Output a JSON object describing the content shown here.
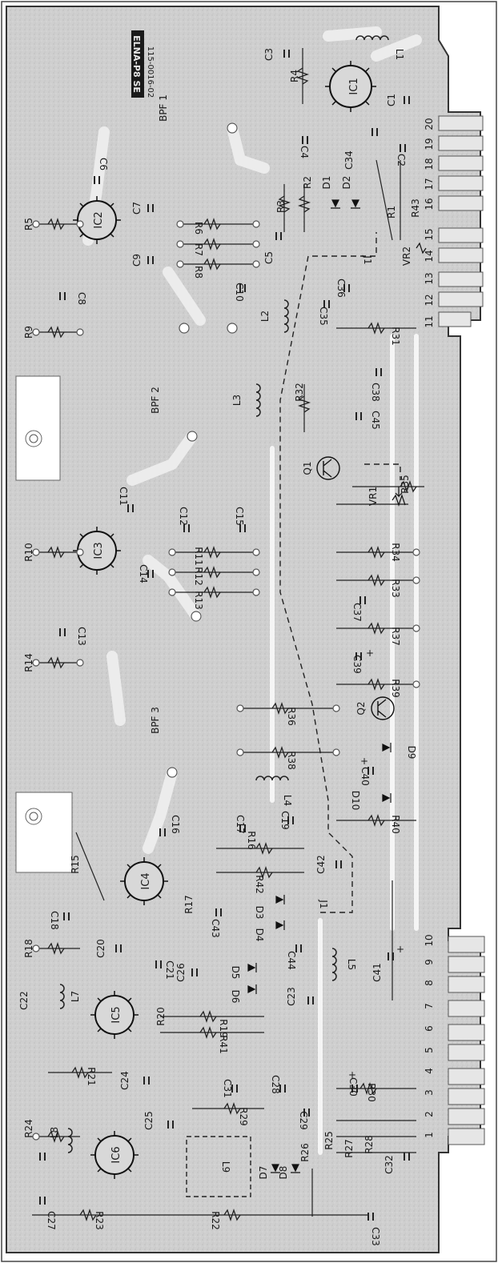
{
  "board": {
    "brand_label": "ELNA-P8 SE",
    "part_number": "115-0016-02"
  },
  "sections": {
    "bpf1": "BPF 1",
    "bpf2": "BPF 2",
    "bpf3": "BPF 3"
  },
  "ics": [
    "IC1",
    "IC2",
    "IC3",
    "IC4",
    "IC5",
    "IC6"
  ],
  "resistors": [
    "R1",
    "R2",
    "R3",
    "R4",
    "R5",
    "R6",
    "R7",
    "R8",
    "R9",
    "R10",
    "R11",
    "R12",
    "R13",
    "R14",
    "R15",
    "R16",
    "R17",
    "R18",
    "R19",
    "R20",
    "R21",
    "R22",
    "R23",
    "R24",
    "R25",
    "R26",
    "R27",
    "R28",
    "R29",
    "R30",
    "R31",
    "R32",
    "R33",
    "R34",
    "R35",
    "R36",
    "R37",
    "R38",
    "R39",
    "R40",
    "R41",
    "R42",
    "R43"
  ],
  "capacitors": [
    "C1",
    "C2",
    "C3",
    "C4",
    "C5",
    "C6",
    "C7",
    "C8",
    "C9",
    "C10",
    "C11",
    "C12",
    "C13",
    "C14",
    "C15",
    "C16",
    "C17",
    "C18",
    "C19",
    "C20",
    "C21",
    "C22",
    "C23",
    "C24",
    "C25",
    "C26",
    "C27",
    "C28",
    "C29",
    "C30",
    "C31",
    "C32",
    "C33",
    "C34",
    "C35",
    "C36",
    "C37",
    "C38",
    "C39",
    "C40",
    "C41",
    "C42",
    "C43",
    "C44",
    "C45"
  ],
  "inductors": [
    "L1",
    "L2",
    "L3",
    "L4",
    "L5",
    "L7",
    "L8",
    "L9"
  ],
  "diodes": [
    "D1",
    "D2",
    "D3",
    "D4",
    "D5",
    "D6",
    "D7",
    "D8",
    "D9",
    "D10"
  ],
  "transistors": [
    "Q1",
    "Q2"
  ],
  "trimmers": [
    "VR1",
    "VR2"
  ],
  "jumpers": [
    "J1",
    "J1"
  ],
  "pins": [
    "1",
    "2",
    "3",
    "4",
    "5",
    "6",
    "7",
    "8",
    "9",
    "10",
    "11",
    "12",
    "13",
    "14",
    "15",
    "16",
    "17",
    "18",
    "19",
    "20"
  ],
  "polarity_mark": "+"
}
